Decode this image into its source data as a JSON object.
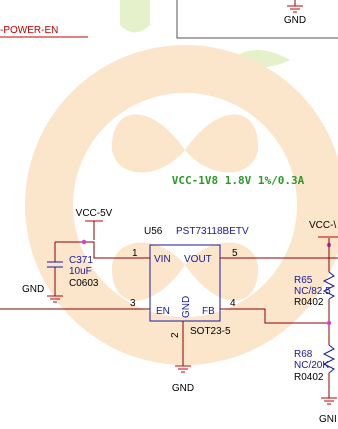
{
  "schematic": {
    "top_right_gnd": "GND",
    "power_en_net": "-POWER-EN",
    "rail_title": "VCC-1V8 1.8V 1%/0.3A",
    "vcc_5v_label": "VCC-5V",
    "gnd_left": "GND",
    "gnd_bottom": "GND",
    "gnd_right": "GNI",
    "capacitor": {
      "ref": "C371",
      "value": "10uF",
      "package": "C0603"
    },
    "regulator": {
      "ref": "U56",
      "part": "PST73118BETV",
      "package": "SOT23-5",
      "pins": {
        "vin": "VIN",
        "vout": "VOUT",
        "en": "EN",
        "gnd": "GND",
        "fb": "FB",
        "p1": "1",
        "p2": "2",
        "p3": "3",
        "p4": "4",
        "p5": "5"
      }
    },
    "vcc_right_label": "VCC-\\",
    "r65": {
      "ref": "R65",
      "value": "NC/82.5",
      "package": "R0402"
    },
    "r68": {
      "ref": "R68",
      "value": "NC/20K",
      "package": "R0402"
    },
    "colors": {
      "wire": "#8b0000",
      "net_label": "#c00000",
      "pin_blue": "#1a1a99",
      "title_green": "#2b9a2b",
      "junction": "#d63cd6",
      "watermark_orange": "#f9d9b3",
      "watermark_green": "#e3f0c6"
    }
  }
}
